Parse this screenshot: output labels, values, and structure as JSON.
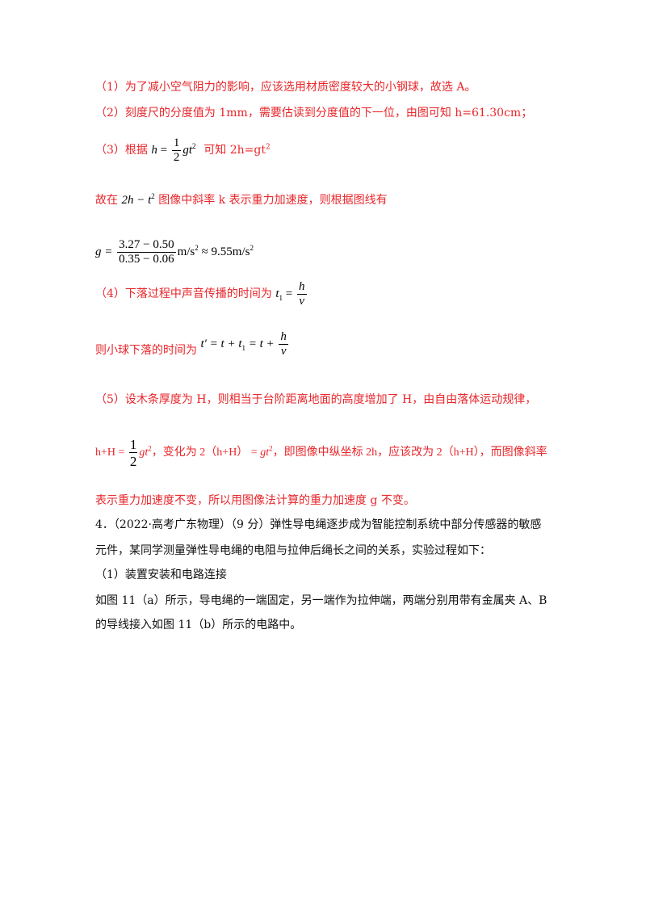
{
  "p1": "（1）为了减小空气阻力的影响，应该选用材质密度较大的小钢球，故选 A。",
  "p2": "（2）刻度尺的分度值为 1mm，需要估读到分度值的下一位，由图可知 h=61.30cm；",
  "p3": {
    "prefix": "（3）根据",
    "formula_lhs": "h",
    "formula_num": "1",
    "formula_den": "2",
    "formula_rhs": "gt",
    "suffix": "可知 2h=gt"
  },
  "p4": {
    "prefix": "故在",
    "formula": "2h − t",
    "suffix": "图像中斜率 k 表示重力加速度，则根据图线有"
  },
  "p5": {
    "lhs": "g =",
    "num": "3.27 − 0.50",
    "den": "0.35 − 0.06",
    "rhs_unit": "m/s",
    "approx": "≈ 9.55m/s"
  },
  "p6": {
    "text": "（4）下落过程中声音传播的时间为",
    "lhs": "t",
    "num": "h",
    "den": "v"
  },
  "p7": {
    "text": "则小球下落的时间为",
    "expr": "t′ = t + t",
    "expr2": "= t +",
    "num": "h",
    "den": "v"
  },
  "p8": "（5）设木条厚度为 H，则相当于台阶距离地面的高度增加了 H，由自由落体运动规律，",
  "p9": {
    "prefix": "h+H =",
    "num": "1",
    "den": "2",
    "mid": "，变化为 2（h+H） = ",
    "suffix": "，即图像中纵坐标 2h，应该改为 2（h+H），而图像斜率"
  },
  "p10": "表示重力加速度不变，所以用图像法计算的重力加速度 g 不变。",
  "q4": {
    "line1": "4．（2022·高考广东物理）（9 分）弹性导电绳逐步成为智能控制系统中部分传感器的敏感",
    "line2": "元件，某同学测量弹性导电绳的电阻与拉伸后绳长之间的关系，实验过程如下：",
    "line3": "（1）装置安装和电路连接",
    "line4": "如图 11（a）所示，导电绳的一端固定，另一端作为拉伸端，两端分别用带有金属夹 A、B",
    "line5": "的导线接入如图 11（b）所示的电路中。"
  }
}
